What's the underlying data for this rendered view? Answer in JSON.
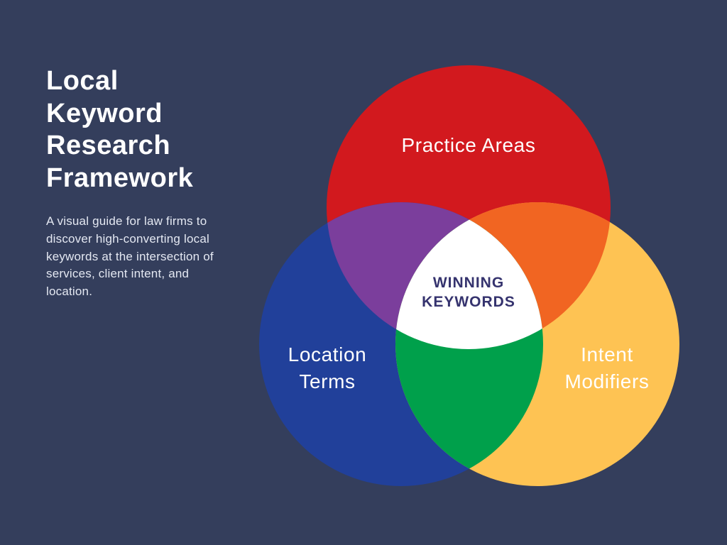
{
  "canvas": {
    "background_color": "#343e5c"
  },
  "panel": {
    "title": "Local Keyword Research Framework",
    "description": "A visual guide for law firms to discover high-converting local keywords at the intersection of services, client intent, and location."
  },
  "venn": {
    "circles": [
      {
        "id": "practice-areas",
        "label": "Practice Areas",
        "color": "#d2191e"
      },
      {
        "id": "location-terms",
        "label": "Location Terms",
        "color": "#21409a"
      },
      {
        "id": "intent-modifiers",
        "label": "Intent Modifiers",
        "color": "#fec353"
      }
    ],
    "overlaps": {
      "practice_location": "#7b3e9c",
      "practice_intent": "#f16522",
      "location_intent": "#00a04b",
      "all_three": "#ffffff"
    },
    "center_label": {
      "text": "WINNING KEYWORDS",
      "color": "#35336e"
    }
  }
}
